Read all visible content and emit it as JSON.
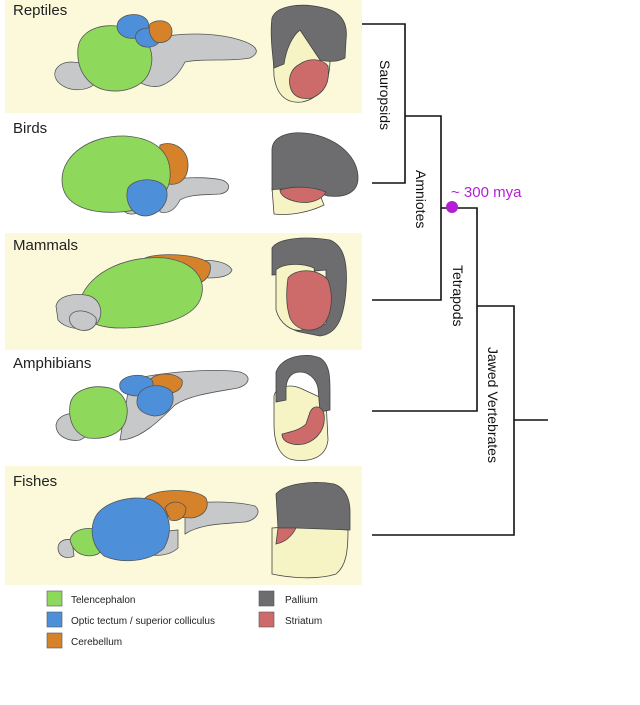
{
  "colors": {
    "background_band": "#fbf9da",
    "telencephalon": "#8ed85c",
    "optic_tectum": "#4e8fd9",
    "cerebellum": "#d5822b",
    "pallium": "#6d6d6f",
    "striatum": "#cd6b6b",
    "brain_gray": "#c7c8ca",
    "subpallium": "#f6f3c4",
    "node": "#b41fd6",
    "tree_line": "#111111"
  },
  "panels": [
    {
      "label": "Reptiles",
      "band": true
    },
    {
      "label": "Birds",
      "band": false
    },
    {
      "label": "Mammals",
      "band": true
    },
    {
      "label": "Amphibians",
      "band": false
    },
    {
      "label": "Fishes",
      "band": true
    }
  ],
  "legend": {
    "left": [
      {
        "label": "Telencephalon",
        "color_key": "telencephalon"
      },
      {
        "label": "Optic tectum / superior colliculus",
        "color_key": "optic_tectum"
      },
      {
        "label": "Cerebellum",
        "color_key": "cerebellum"
      }
    ],
    "right": [
      {
        "label": "Pallium",
        "color_key": "pallium"
      },
      {
        "label": "Striatum",
        "color_key": "striatum"
      }
    ]
  },
  "tree": {
    "clades": [
      "Sauropsids",
      "Amniotes",
      "Tetrapods",
      "Jawed Vertebrates"
    ],
    "node_label": "~ 300 mya"
  }
}
